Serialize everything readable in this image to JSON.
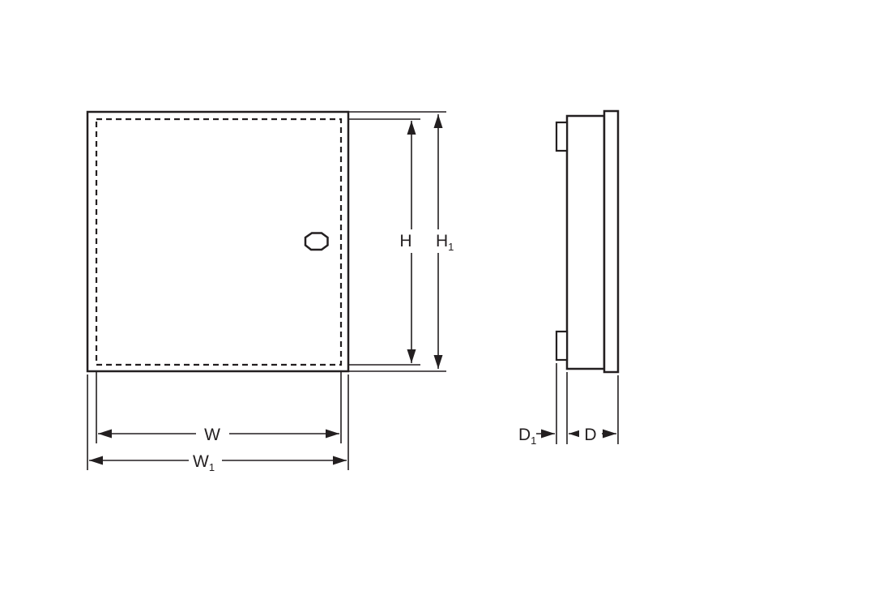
{
  "diagram": {
    "stroke_color": "#231f20",
    "background": "#ffffff",
    "views": {
      "front": "front-view",
      "side": "side-view"
    },
    "labels": {
      "W": {
        "main": "W",
        "sub": ""
      },
      "W1": {
        "main": "W",
        "sub": "1"
      },
      "H": {
        "main": "H",
        "sub": ""
      },
      "H1": {
        "main": "H",
        "sub": "1"
      },
      "D": {
        "main": "D",
        "sub": ""
      },
      "D1": {
        "main": "D",
        "sub": "1"
      }
    }
  }
}
